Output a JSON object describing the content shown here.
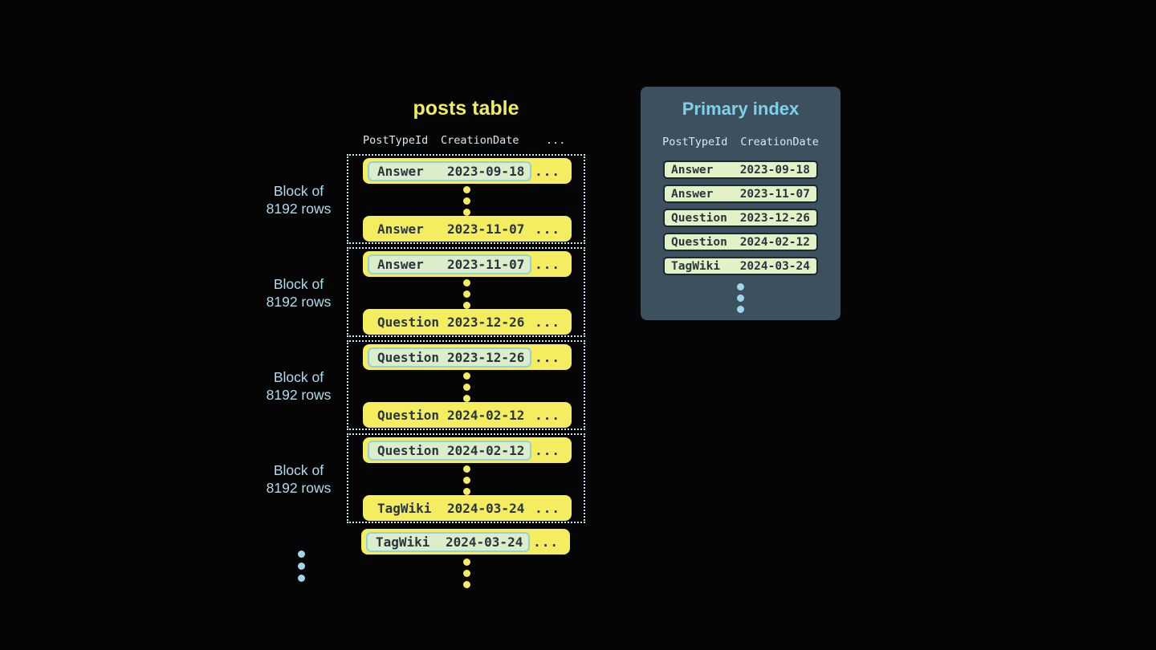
{
  "diagram": {
    "posts_table": {
      "title": "posts table",
      "columns": [
        "PostTypeId",
        "CreationDate"
      ],
      "header_ellipsis": "...",
      "row_ellipsis": "...",
      "block_label_line1": "Block of",
      "block_label_line2": "8192 rows",
      "blocks": [
        {
          "first": {
            "type": "Answer",
            "date": "2023-09-18",
            "highlighted": true
          },
          "last": {
            "type": "Answer",
            "date": "2023-11-07",
            "highlighted": false
          }
        },
        {
          "first": {
            "type": "Answer",
            "date": "2023-11-07",
            "highlighted": true
          },
          "last": {
            "type": "Question",
            "date": "2023-12-26",
            "highlighted": false
          }
        },
        {
          "first": {
            "type": "Question",
            "date": "2023-12-26",
            "highlighted": true
          },
          "last": {
            "type": "Question",
            "date": "2024-02-12",
            "highlighted": false
          }
        },
        {
          "first": {
            "type": "Question",
            "date": "2024-02-12",
            "highlighted": true
          },
          "last": {
            "type": "TagWiki",
            "date": "2024-03-24",
            "highlighted": false
          }
        }
      ],
      "overflow_row": {
        "type": "TagWiki",
        "date": "2024-03-24",
        "highlighted": true
      }
    },
    "primary_index": {
      "title": "Primary index",
      "columns": [
        "PostTypeId",
        "CreationDate"
      ],
      "rows": [
        {
          "type": "Answer",
          "date": "2023-09-18"
        },
        {
          "type": "Answer",
          "date": "2023-11-07"
        },
        {
          "type": "Question",
          "date": "2023-12-26"
        },
        {
          "type": "Question",
          "date": "2024-02-12"
        },
        {
          "type": "TagWiki",
          "date": "2024-03-24"
        }
      ]
    },
    "colors": {
      "background": "#050505",
      "row_yellow": "#f3ed5f",
      "row_text": "#2a3542",
      "highlight_green": "#ddedc9",
      "highlight_border_blue": "#8fd2e4",
      "index_panel": "#3d505e",
      "index_title": "#7fd1ea",
      "index_pill": "#e3f2c6",
      "index_pill_border": "#16283a",
      "dotted_border_blue": "#c3e6f1",
      "label_blue": "#aedcf0",
      "dot_blue": "#9ed7ec",
      "title_yellow": "#f2ed5e",
      "header_text": "#dce8ee"
    }
  }
}
